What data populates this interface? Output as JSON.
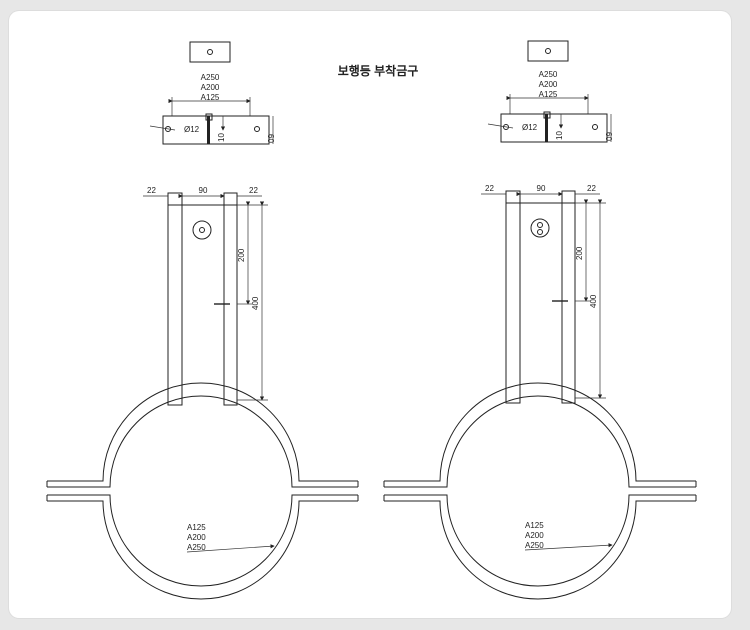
{
  "title": "보행등 부착금구",
  "left": {
    "top_labels": [
      "A250",
      "A200",
      "A125"
    ],
    "hole_label": "Ø12",
    "dim_10": "10",
    "dim_60": "60",
    "dim_22a": "22",
    "dim_90": "90",
    "dim_22b": "22",
    "dim_200": "200",
    "dim_400": "400",
    "ring_labels": [
      "A125",
      "A200",
      "A250"
    ]
  },
  "right": {
    "top_labels": [
      "A250",
      "A200",
      "A125"
    ],
    "hole_label": "Ø12",
    "dim_10": "10",
    "dim_60": "60",
    "dim_22a": "22",
    "dim_90": "90",
    "dim_22b": "22",
    "dim_200": "200",
    "dim_400": "400",
    "ring_labels": [
      "A125",
      "A200",
      "A250"
    ]
  }
}
